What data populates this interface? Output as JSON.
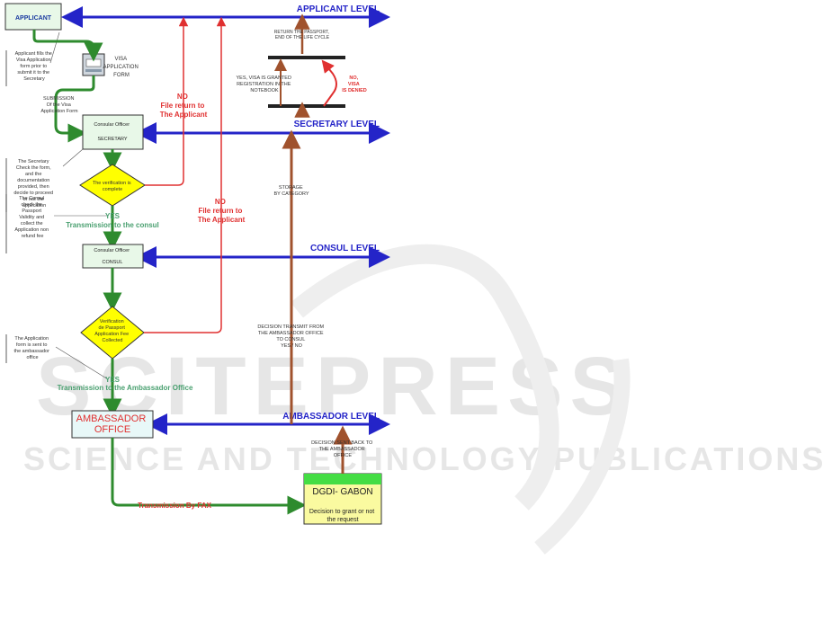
{
  "watermark": {
    "brand": "SCITEPRESS",
    "tagline": "SCIENCE AND TECHNOLOGY PUBLICATIONS"
  },
  "levels": {
    "applicant": "APPLICANT LEVEL",
    "secretary": "SECRETARY LEVEL",
    "consul": "CONSUL LEVEL",
    "ambassador": "AMBASSADOR LEVEL"
  },
  "boxes": {
    "applicant": "APPLICANT",
    "visa_form": [
      "VISA",
      "APPLICATION",
      "FORM"
    ],
    "secretary": [
      "Consular Officer",
      "SECRETARY"
    ],
    "consul": [
      "Consular Officer",
      "CONSUL"
    ],
    "ambassador": [
      "AMBASSADOR",
      "OFFICE"
    ],
    "dgdi_title": "DGDI- GABON",
    "dgdi_body": [
      "Decision to grant or not",
      "the request"
    ]
  },
  "decisions": {
    "verification": [
      "The verification is",
      "complete"
    ],
    "passport": [
      "Verification",
      "de Passport",
      "Application Fee",
      "Collected"
    ]
  },
  "notes": {
    "applicant_note": [
      "Applicant fills the",
      "Visa Application",
      "form prior to",
      "submit it to the",
      "Secretary"
    ],
    "submission": [
      "SUBMISSION",
      "Of the Visa",
      "Application Form"
    ],
    "secretary_note": [
      "The Secretary",
      "Check the form,",
      "and the",
      "documentation",
      "provided, then",
      "decide to proceed",
      "or not the",
      "application"
    ],
    "consul_note": [
      "The Consul",
      "check the",
      "Passport",
      "Validity and",
      "collect the",
      "Application non",
      "refund fee"
    ],
    "ambassador_note": [
      "The Application",
      "form is sent to",
      "the ambassador",
      "office"
    ]
  },
  "labels": {
    "no1": [
      "NO",
      "File return to",
      "The Applicant"
    ],
    "no2": [
      "NO",
      "File return to",
      "The Applicant"
    ],
    "yes1": "YES",
    "transmission_consul": "Transmission to the consul",
    "yes2": "YES",
    "transmission_ambassador": "Transmission to the Ambassador Office",
    "transmission_fax": "Transmission  By FAX",
    "storage": [
      "STORAGE",
      "BY CATEGORY"
    ],
    "decision_transmit": [
      "DECISION TRANSMIT FROM",
      "THE AMBASSADOR OFFICE",
      "TO CONSUL",
      "YES / NO"
    ],
    "decision_sent": [
      "DECISION SENT BACK TO",
      "THE AMBASSADOR",
      "OFFICE"
    ],
    "return_passport": [
      "RETURN THE PASSPORT,",
      "END OF THE LIFE CYCLE"
    ],
    "yes_visa": [
      "YES, VISA IS GRANTED",
      "REGISTRATION IN THE",
      "NOTEBOOK"
    ],
    "no_visa": [
      "NO,",
      "VISA",
      "IS DENIED"
    ]
  },
  "colors": {
    "level_line": "#2424c8",
    "flow_green": "#2e8b2e",
    "return_red": "#e03030",
    "decision_brown": "#a0522d",
    "box_fill": "#e8f8e8",
    "decision_fill": "#ffff00",
    "dgdi_header": "#44dd44",
    "dgdi_fill": "#fafaa0"
  }
}
